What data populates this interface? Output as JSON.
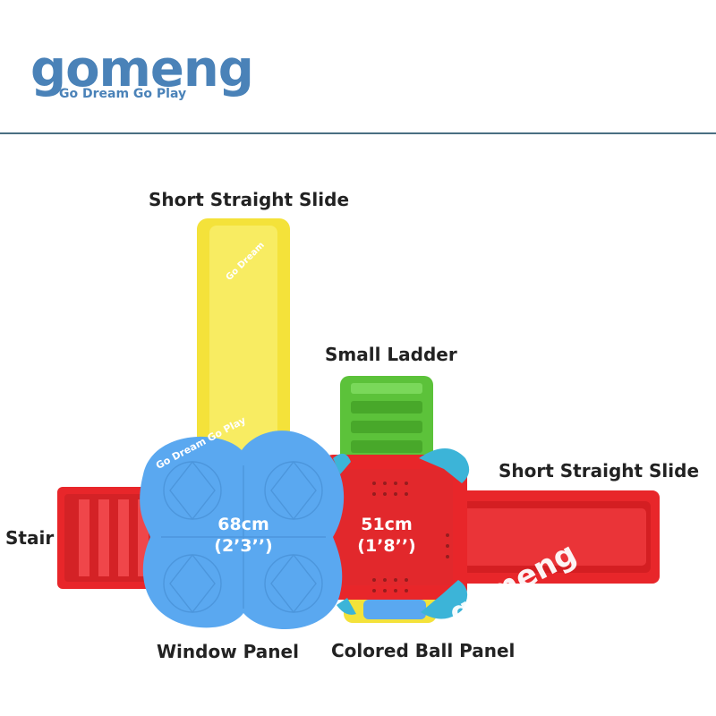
{
  "brand": {
    "name": "gomeng",
    "tagline": "Go Dream Go Play",
    "color": "#4a82b8"
  },
  "labels": {
    "slide_top": "Short Straight Slide",
    "small_ladder": "Small Ladder",
    "slide_right": "Short Straight Slide",
    "stair": "Stair",
    "window_panel": "Window Panel",
    "colored_ball_panel": "Colored Ball Panel"
  },
  "measurements": {
    "left_metric": "68cm",
    "left_imperial": "(2’3’’)",
    "right_metric": "51cm",
    "right_imperial": "(1’8’’)"
  },
  "watermarks": {
    "small": "Go Dream",
    "medium": "Go Dream Go Play",
    "large": "gomeng"
  },
  "colors": {
    "slide_yellow": "#f4e23a",
    "red": "#e8262a",
    "green": "#5cc23a",
    "blue": "#5aa8f0",
    "teal": "#3cb4d8"
  }
}
